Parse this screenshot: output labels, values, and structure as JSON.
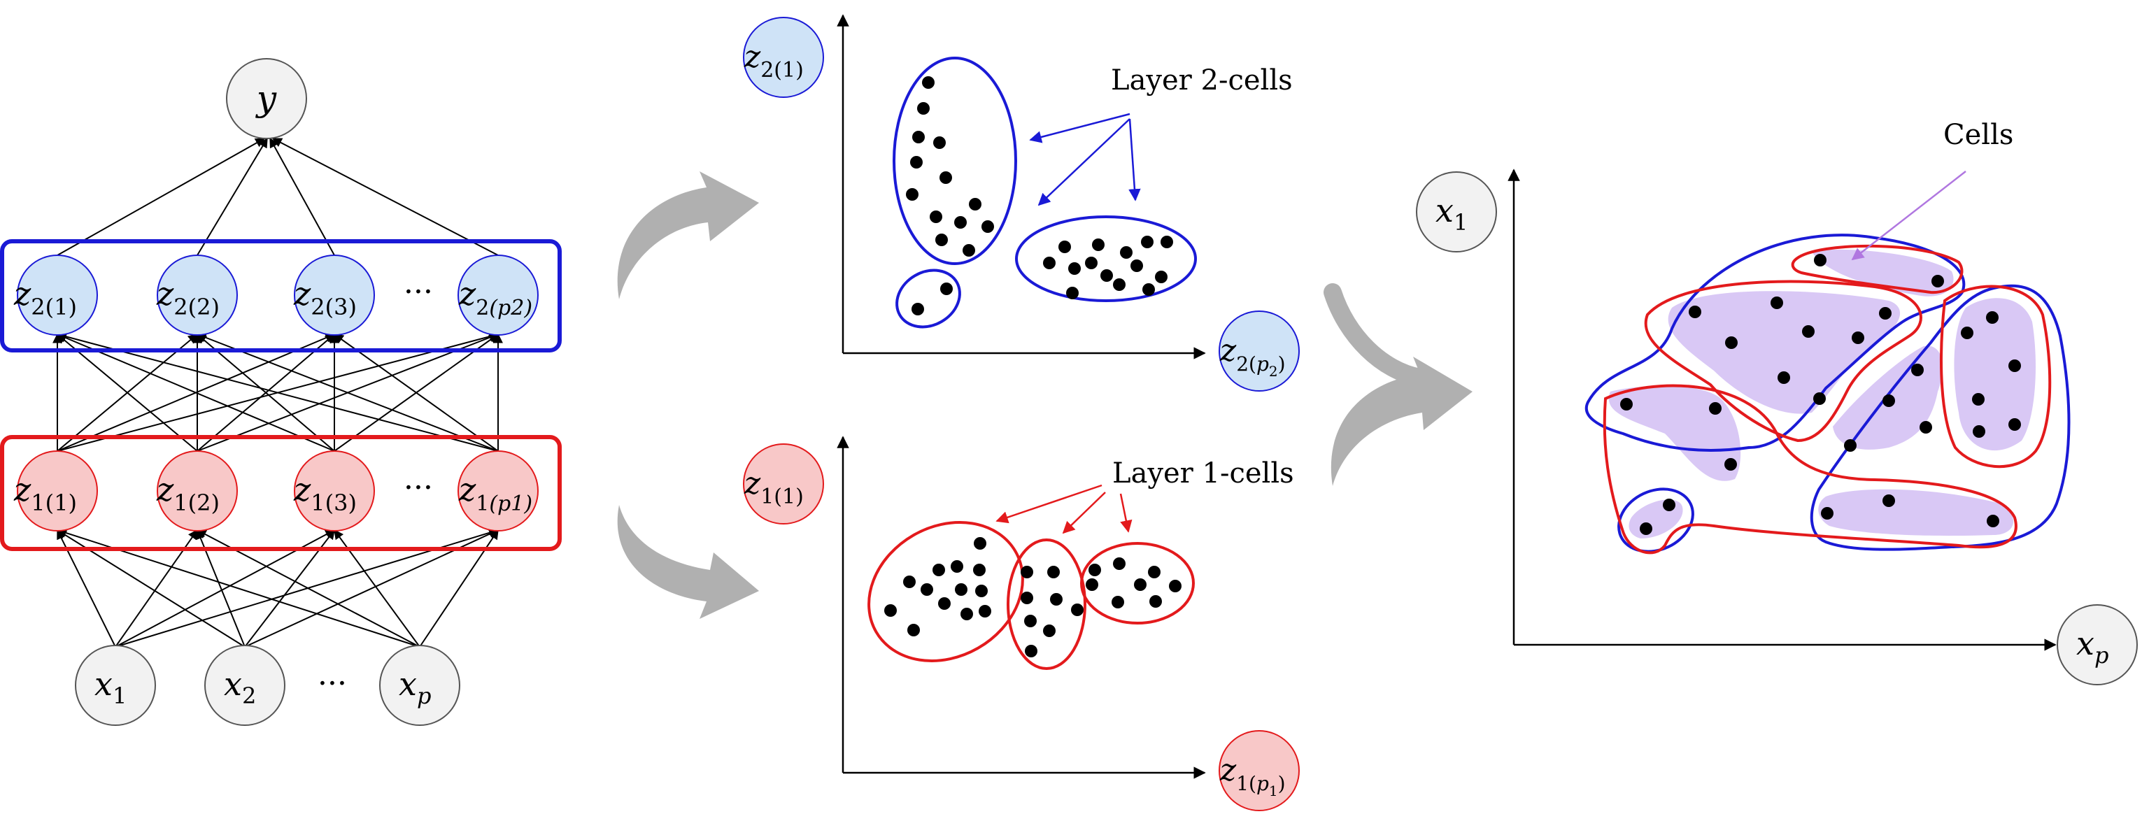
{
  "nodes": {
    "output": "y",
    "inputs": [
      "x1",
      "x2",
      "xp"
    ],
    "input_subs": [
      "1",
      "2",
      "p"
    ],
    "input_dots": "···",
    "layer2": [
      "(1)",
      "(2)",
      "(3)",
      "(p2)"
    ],
    "layer1": [
      "(1)",
      "(2)",
      "(3)",
      "(p1)"
    ],
    "layer2_base": "z",
    "layer2_sub": "2",
    "layer1_base": "z",
    "layer1_sub": "1",
    "layer_dots": "···"
  },
  "plots": {
    "layer2": {
      "annotation": "Layer 2-cells",
      "y_axis": "z2(1)",
      "x_axis": "z2(p2)"
    },
    "layer1": {
      "annotation": "Layer 1-cells",
      "y_axis": "z1(1)",
      "x_axis": "z1(p1)"
    },
    "combined": {
      "annotation": "Cells",
      "y_axis": "x1",
      "x_axis": "xp"
    }
  },
  "colors": {
    "layer2_fill": "#cfe3f7",
    "layer2_stroke": "#1a1ad6",
    "layer1_fill": "#f8c8c8",
    "layer1_stroke": "#e31a1c",
    "node_fill": "#f2f2f2",
    "cell_fill": "#d9c8f5",
    "cells_arrow": "#b077e0",
    "arrow_gray": "#b0b0b0"
  }
}
